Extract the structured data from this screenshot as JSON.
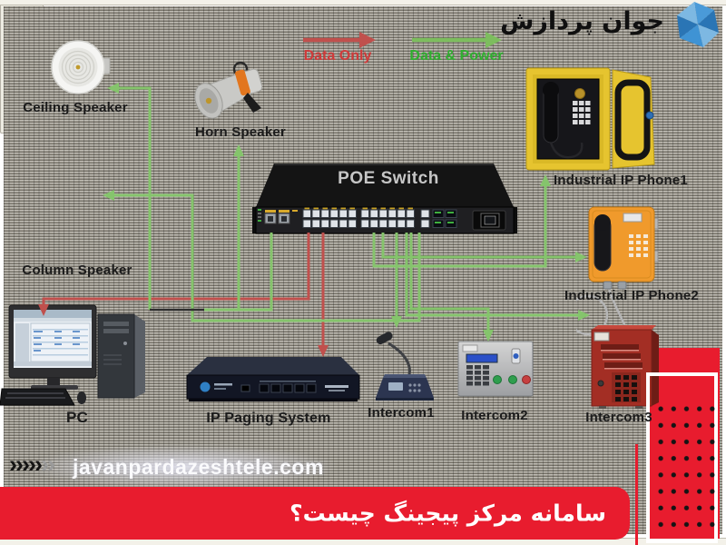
{
  "logo": {
    "text": "جوان پردازش"
  },
  "legend": {
    "data_only": "Data Only",
    "data_power": "Data & Power",
    "data_only_color": "#c0504d",
    "data_power_color": "#7dbd5e"
  },
  "diagram": {
    "switch_label": "POE Switch",
    "devices": {
      "ceiling_speaker": "Ceiling Speaker",
      "horn_speaker": "Horn Speaker",
      "column_speaker": "Column Speaker",
      "pc": "PC",
      "ip_paging": "IP Paging System",
      "intercom1": "Intercom1",
      "intercom2": "Intercom2",
      "intercom3": "Intercom3",
      "ip_phone1": "Industrial IP Phone1",
      "ip_phone2": "Industrial IP Phone2"
    },
    "connections": [
      {
        "from": "POE Switch",
        "to": "Ceiling Speaker",
        "type": "Data & Power"
      },
      {
        "from": "POE Switch",
        "to": "Horn Speaker",
        "type": "Data & Power"
      },
      {
        "from": "POE Switch",
        "to": "Column Speaker",
        "type": "Data & Power"
      },
      {
        "from": "POE Switch",
        "to": "PC",
        "type": "Data Only"
      },
      {
        "from": "POE Switch",
        "to": "IP Paging System",
        "type": "Data Only"
      },
      {
        "from": "POE Switch",
        "to": "Intercom1",
        "type": "Data & Power"
      },
      {
        "from": "POE Switch",
        "to": "Intercom2",
        "type": "Data & Power"
      },
      {
        "from": "POE Switch",
        "to": "Intercom3",
        "type": "Data & Power"
      },
      {
        "from": "POE Switch",
        "to": "Industrial IP Phone1",
        "type": "Data & Power"
      },
      {
        "from": "POE Switch",
        "to": "Industrial IP Phone2",
        "type": "Data & Power"
      }
    ],
    "wire_colors": {
      "data_only": "#c0504d",
      "data_power": "#85c46c"
    }
  },
  "footer": {
    "chevrons_dark": "›››››",
    "chevrons_light": "››",
    "watermark": "javanpardazeshtele.com",
    "banner_text": "سامانه مرکز پیجینگ چیست؟",
    "banner_color": "#e81c2e"
  }
}
